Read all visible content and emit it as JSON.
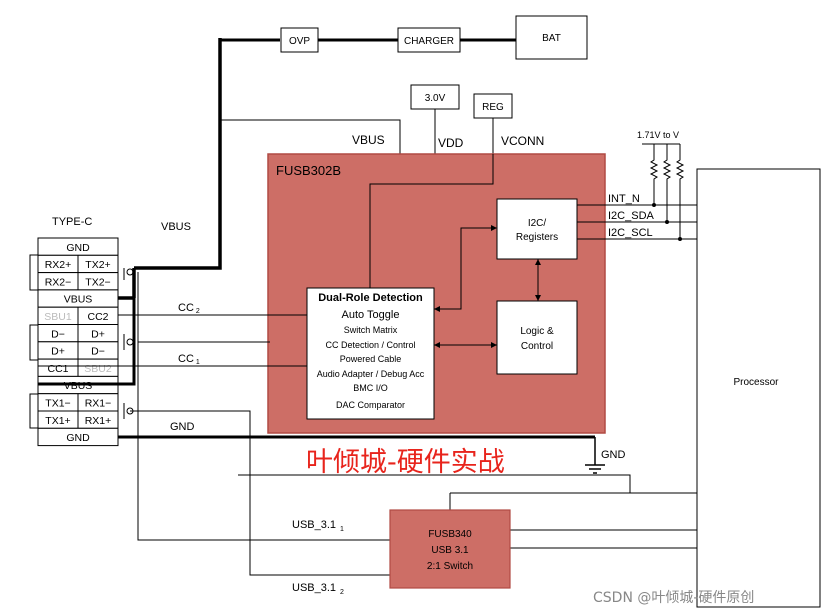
{
  "diagram": {
    "top_chain": {
      "ovp": "OVP",
      "charger": "CHARGER",
      "bat": "BAT"
    },
    "supplies": {
      "v30": "3.0V",
      "reg": "REG",
      "vbus_top": "VBUS",
      "vdd": "VDD",
      "vconn": "VCONN"
    },
    "fusb302b": {
      "title": "FUSB302B",
      "i2c_line1": "I2C/",
      "i2c_line2": "Registers",
      "logic_line1": "Logic &",
      "logic_line2": "Control",
      "drd_title": "Dual-Role Detection",
      "drd_items": [
        "Auto Toggle",
        "Switch Matrix",
        "CC Detection / Control",
        "Powered Cable",
        "Audio Adapter / Debug Acc",
        "BMC I/O",
        "DAC Comparator"
      ]
    },
    "pullup": "1.71V to V",
    "signals": {
      "int_n": "INT_N",
      "i2c_sda": "I2C_SDA",
      "i2c_scl": "I2C_SCL"
    },
    "processor": "Processor",
    "connector": {
      "title": "TYPE-C",
      "rows": [
        {
          "left": "GND",
          "right": ""
        },
        {
          "left": "RX2+",
          "right": "TX2+"
        },
        {
          "left": "RX2−",
          "right": "TX2−"
        },
        {
          "left": "VBUS",
          "right": ""
        },
        {
          "left": "SBU1",
          "right": "CC2"
        },
        {
          "left": "D−",
          "right": "D+"
        },
        {
          "left": "D+",
          "right": "D−"
        },
        {
          "left": "CC1",
          "right": "SBU2"
        },
        {
          "left": "VBUS",
          "right": ""
        },
        {
          "left": "TX1−",
          "right": "RX1−"
        },
        {
          "left": "TX1+",
          "right": "RX1+"
        },
        {
          "left": "GND",
          "right": ""
        }
      ]
    },
    "nets": {
      "vbus_left": "VBUS",
      "cc2": "CC",
      "cc2_sub": "2",
      "cc1": "CC",
      "cc1_sub": "1",
      "gnd": "GND",
      "gnd_right": "GND",
      "usb1": "USB_3.1",
      "usb1_sub": "1",
      "usb2": "USB_3.1",
      "usb2_sub": "2"
    },
    "fusb340": {
      "line1": "FUSB340",
      "line2": "USB 3.1",
      "line3": "2:1 Switch"
    },
    "watermark_cn": "叶倾城-硬件实战",
    "credit": "CSDN @叶倾城-硬件原创"
  },
  "colors": {
    "chip_fill": "#cd6e66",
    "chip_border": "#b04a44",
    "watermark": "#e8241c",
    "line": "#000000",
    "credit": "#888888"
  }
}
